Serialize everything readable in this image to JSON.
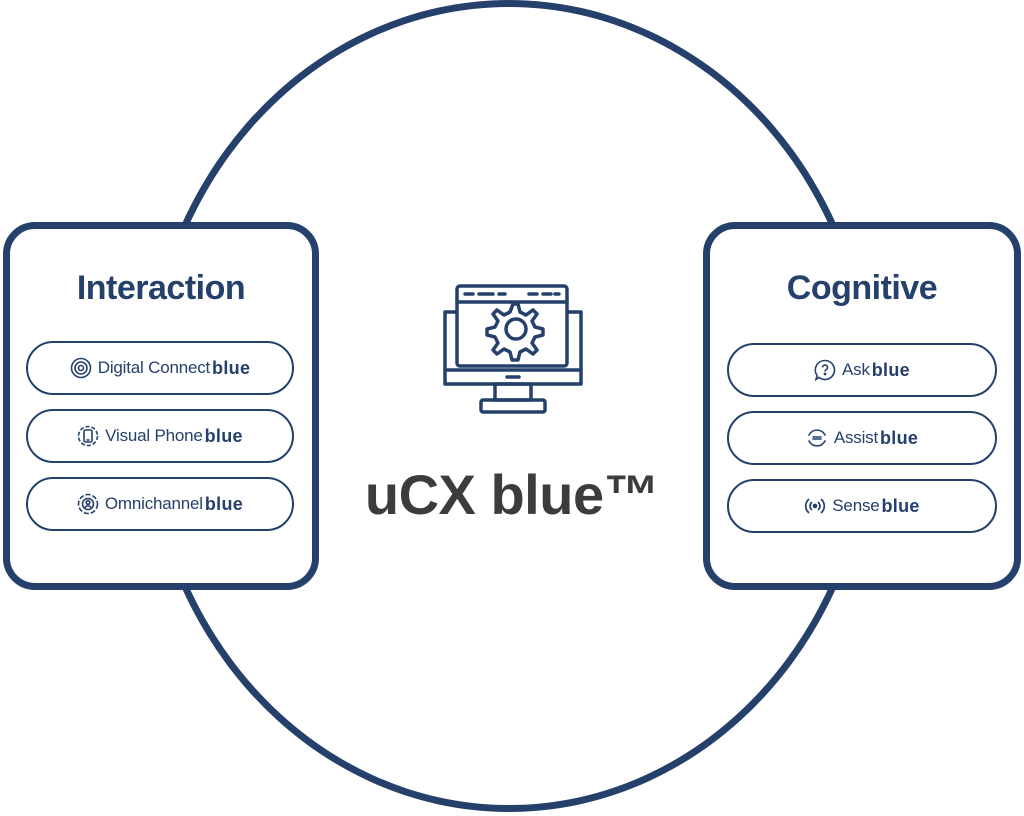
{
  "center": {
    "title": "uCX blue™",
    "icon": "monitor-gear-icon"
  },
  "interaction": {
    "title": "Interaction",
    "items": [
      {
        "label": "Digital Connect",
        "brand": "blue",
        "icon": "target-icon"
      },
      {
        "label": "Visual Phone",
        "brand": "blue",
        "icon": "phone-video-icon"
      },
      {
        "label": "Omnichannel",
        "brand": "blue",
        "icon": "user-circle-icon"
      }
    ]
  },
  "cognitive": {
    "title": "Cognitive",
    "items": [
      {
        "label": "Ask",
        "brand": "blue",
        "icon": "question-bubble-icon"
      },
      {
        "label": "Assist",
        "brand": "blue",
        "icon": "assist-wave-icon"
      },
      {
        "label": "Sense",
        "brand": "blue",
        "icon": "broadcast-icon"
      }
    ]
  },
  "colors": {
    "primary": "#24406b",
    "center_text": "#3c3c3c"
  }
}
